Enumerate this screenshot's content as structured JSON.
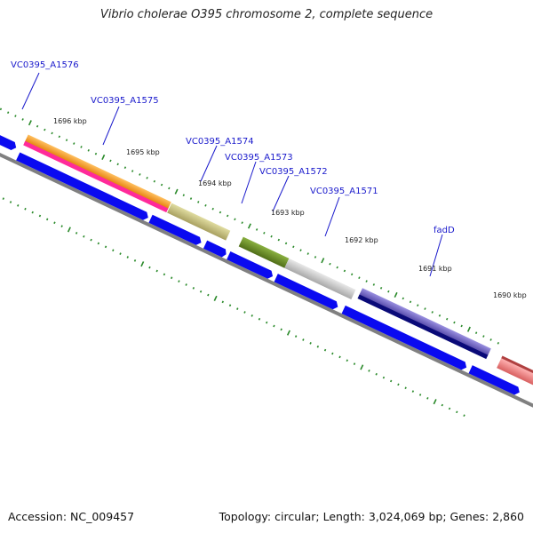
{
  "title": "Vibrio cholerae O395 chromosome 2, complete sequence",
  "footer": {
    "accession": "Accession: NC_009457",
    "summary": "Topology: circular; Length: 3,024,069 bp; Genes: 2,860"
  },
  "gene_labels": [
    "VC0395_A1576",
    "VC0395_A1575",
    "VC0395_A1574",
    "VC0395_A1573",
    "VC0395_A1572",
    "VC0395_A1571",
    "fadD"
  ],
  "kbp_labels": [
    "1696 kbp",
    "1695 kbp",
    "1694 kbp",
    "1693 kbp",
    "1692 kbp",
    "1691 kbp",
    "1690 kbp"
  ],
  "colors": {
    "backbone": "#808080",
    "cds_blue": "#0a0af0",
    "orange": "#ff9900",
    "magenta": "#ff2a9a",
    "khaki": "#c8c080",
    "olive": "#6b8e23",
    "grey": "#c8c8c8",
    "purple": "#7468c8",
    "navy": "#0a0a78",
    "salmon": "#f08080",
    "tick": "#2a8a2a",
    "label": "#1a1acc"
  }
}
